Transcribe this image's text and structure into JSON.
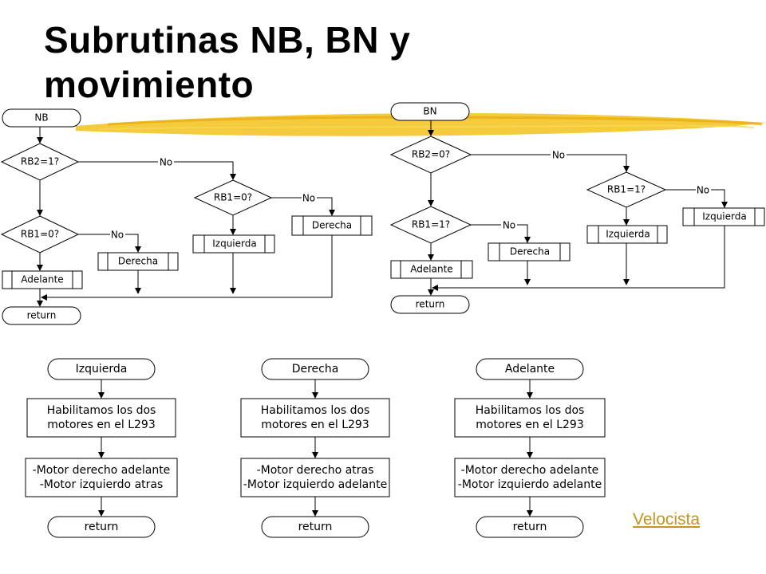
{
  "title": "Subrutinas NB, BN y movimiento",
  "link_label": "Velocista",
  "colors": {
    "brush": "#f2c21a",
    "link": "#c8931e"
  },
  "nb": {
    "start": "NB",
    "cond1": "RB2=1?",
    "cond2": "RB1=0?",
    "cond3": "RB1=0?",
    "no": "No",
    "adelante": "Adelante",
    "derecha1": "Derecha",
    "izquierda": "Izquierda",
    "derecha2": "Derecha",
    "end": "return"
  },
  "bn": {
    "start": "BN",
    "cond1": "RB2=0?",
    "cond2": "RB1=1?",
    "cond3": "RB1=1?",
    "no": "No",
    "adelante": "Adelante",
    "derecha": "Derecha",
    "izquierda1": "Izquierda",
    "izquierda2": "Izquierda",
    "end": "return"
  },
  "izquierda": {
    "start": "Izquierda",
    "step1": [
      "Habilitamos los dos",
      "motores en el L293"
    ],
    "step2": [
      "-Motor derecho adelante",
      "-Motor izquierdo atras"
    ],
    "end": "return"
  },
  "derecha": {
    "start": "Derecha",
    "step1": [
      "Habilitamos los dos",
      "motores en el L293"
    ],
    "step2": [
      "-Motor derecho atras",
      "-Motor izquierdo adelante"
    ],
    "end": "return"
  },
  "adelante": {
    "start": "Adelante",
    "step1": [
      "Habilitamos los dos",
      "motores en el L293"
    ],
    "step2": [
      "-Motor derecho adelante",
      "-Motor izquierdo adelante"
    ],
    "end": "return"
  }
}
